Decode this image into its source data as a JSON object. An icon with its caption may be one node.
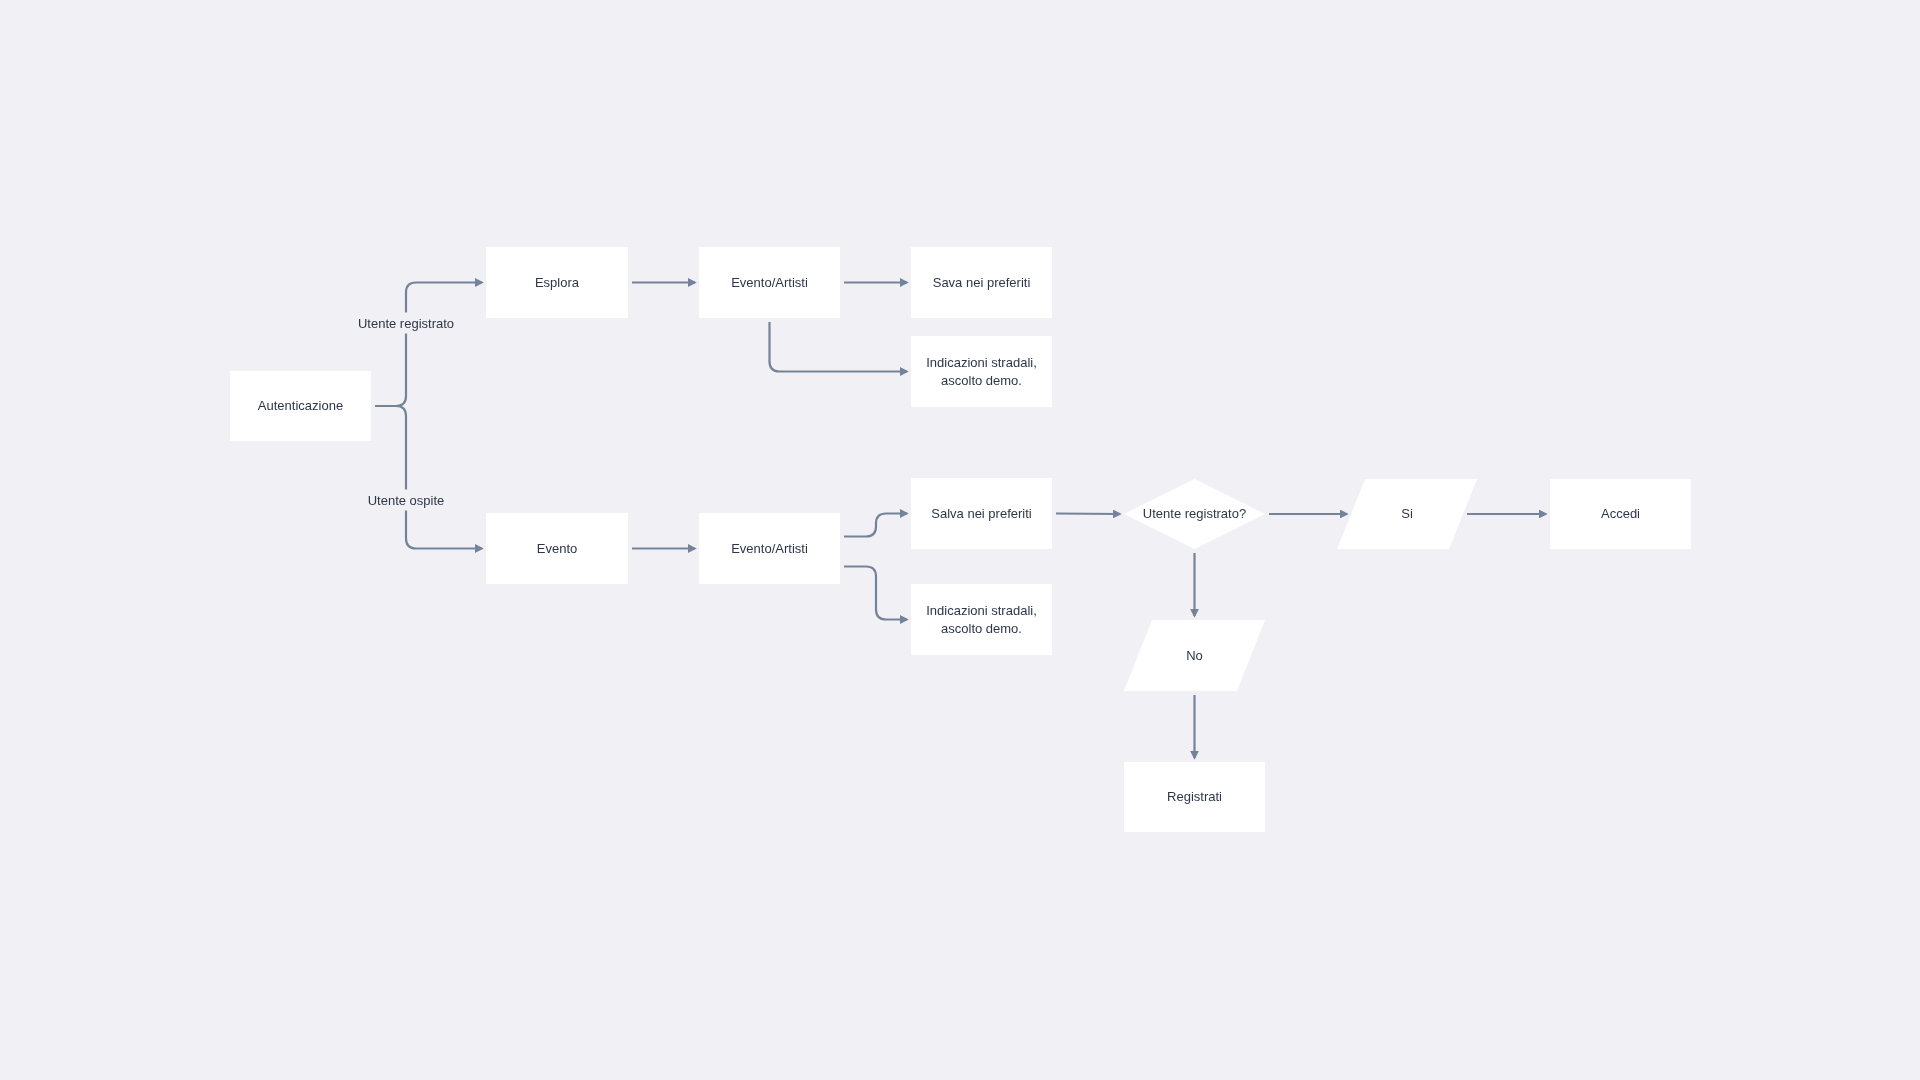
{
  "diagram": {
    "nodes": [
      {
        "text": [
          "Autenticazione"
        ]
      },
      {
        "text": [
          "Esplora"
        ]
      },
      {
        "text": [
          "Evento/Artisti"
        ]
      },
      {
        "text": [
          "Sava nei preferiti"
        ]
      },
      {
        "text": [
          "Indicazioni stradali, ascolto demo."
        ]
      },
      {
        "text": [
          "Evento"
        ]
      },
      {
        "text": [
          "Evento/Artisti"
        ]
      },
      {
        "text": [
          "Salva nei preferiti"
        ]
      },
      {
        "text": [
          "Indicazioni stradali, ascolto demo."
        ]
      },
      {
        "text": [
          "Utente registrato?"
        ]
      },
      {
        "text": [
          "Si"
        ]
      },
      {
        "text": [
          "Accedi"
        ]
      },
      {
        "text": [
          "No"
        ]
      },
      {
        "text": [
          "Registrati"
        ]
      }
    ],
    "edges": [
      {
        "from": 0,
        "to": 1,
        "arrow": "to",
        "label": "Utente registrato"
      },
      {
        "from": 0,
        "to": 5,
        "arrow": "to",
        "label": "Utente ospite"
      },
      {
        "from": 1,
        "to": 2,
        "arrow": "to"
      },
      {
        "from": 2,
        "to": 3,
        "arrow": "to"
      },
      {
        "from": 2,
        "to": 4,
        "arrow": "to"
      },
      {
        "from": 5,
        "to": 6,
        "arrow": "to"
      },
      {
        "from": 6,
        "to": 7,
        "arrow": "to"
      },
      {
        "from": 6,
        "to": 8,
        "arrow": "to"
      },
      {
        "from": 7,
        "to": 9,
        "arrow": "to"
      },
      {
        "from": 9,
        "to": 10,
        "arrow": "to"
      },
      {
        "from": 10,
        "to": 11,
        "arrow": "to"
      },
      {
        "from": 9,
        "to": 12,
        "arrow": "to"
      },
      {
        "from": 12,
        "to": 13,
        "arrow": "to"
      }
    ]
  }
}
